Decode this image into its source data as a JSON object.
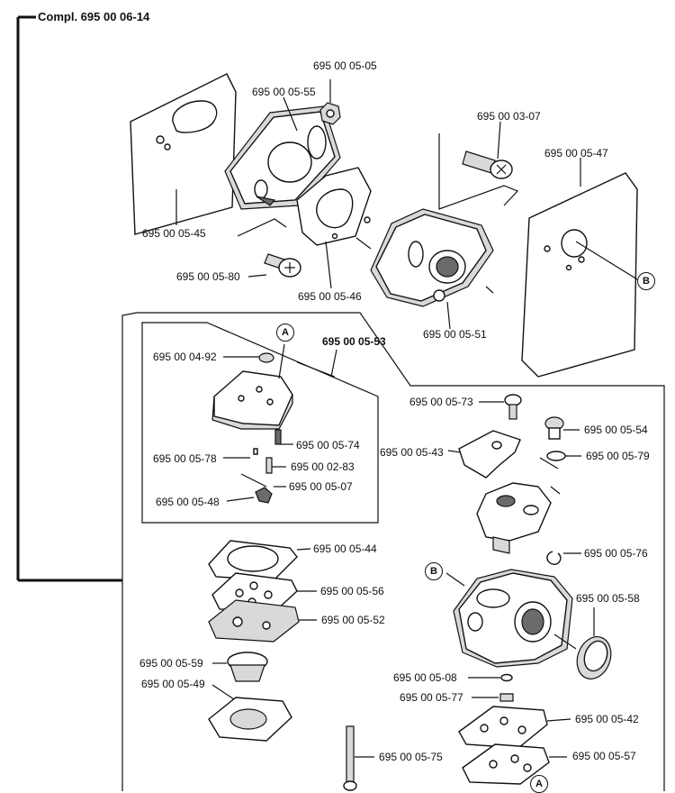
{
  "title": "Compl. 695 00 06-14",
  "parts": {
    "p0505": "695 00 05-05",
    "p0555": "695 00 05-55",
    "p0307": "695 00 03-07",
    "p0547": "695 00 05-47",
    "p0545": "695 00 05-45",
    "p0580": "695 00 05-80",
    "p0546": "695 00 05-46",
    "p0551": "695 00 05-51",
    "p0553": "695 00 05-53",
    "p0492": "695 00 04-92",
    "p0574": "695 00 05-74",
    "p0578": "695 00 05-78",
    "p0283": "695 00 02-83",
    "p0507": "695 00 05-07",
    "p0548": "695 00 05-48",
    "p0573": "695 00 05-73",
    "p0554": "695 00 05-54",
    "p0543": "695 00 05-43",
    "p0579": "695 00 05-79",
    "p0544": "695 00 05-44",
    "p0576": "695 00 05-76",
    "p0556": "695 00 05-56",
    "p0558": "695 00 05-58",
    "p0552": "695 00 05-52",
    "p0559": "695 00 05-59",
    "p0508": "695 00 05-08",
    "p0549": "695 00 05-49",
    "p0577": "695 00 05-77",
    "p0542": "695 00 05-42",
    "p0575": "695 00 05-75",
    "p0557": "695 00 05-57"
  },
  "callouts": {
    "a": "A",
    "b": "B"
  }
}
